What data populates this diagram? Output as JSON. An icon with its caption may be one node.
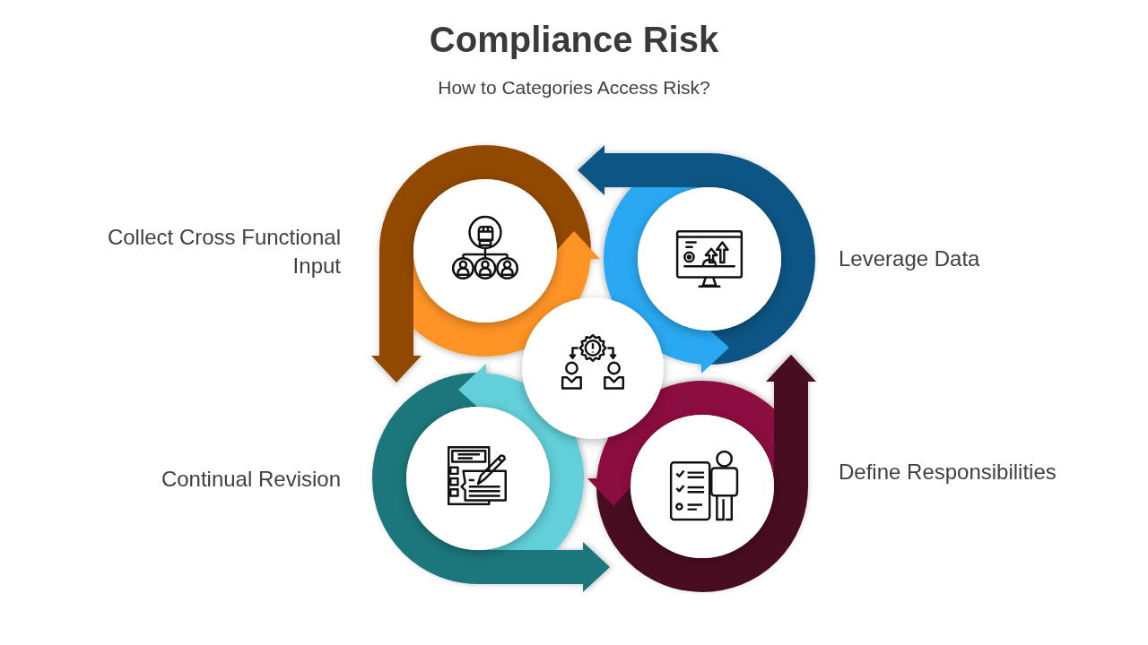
{
  "diagram": {
    "title": "Compliance Risk",
    "nodes": [
      {
        "text": [],
        "shape": "circle",
        "beside": [
          "Collect Cross Functional Input"
        ]
      },
      {
        "text": [],
        "shape": "circle",
        "beside": [
          "Leverage Data"
        ]
      },
      {
        "text": [],
        "shape": "circle"
      },
      {
        "text": [],
        "shape": "circle",
        "beside": [
          "Continual Revision"
        ]
      },
      {
        "text": [],
        "shape": "circle",
        "beside": [
          "Define Responsibilities"
        ]
      }
    ],
    "labels": [
      "How to Categories Access Risk?"
    ]
  }
}
